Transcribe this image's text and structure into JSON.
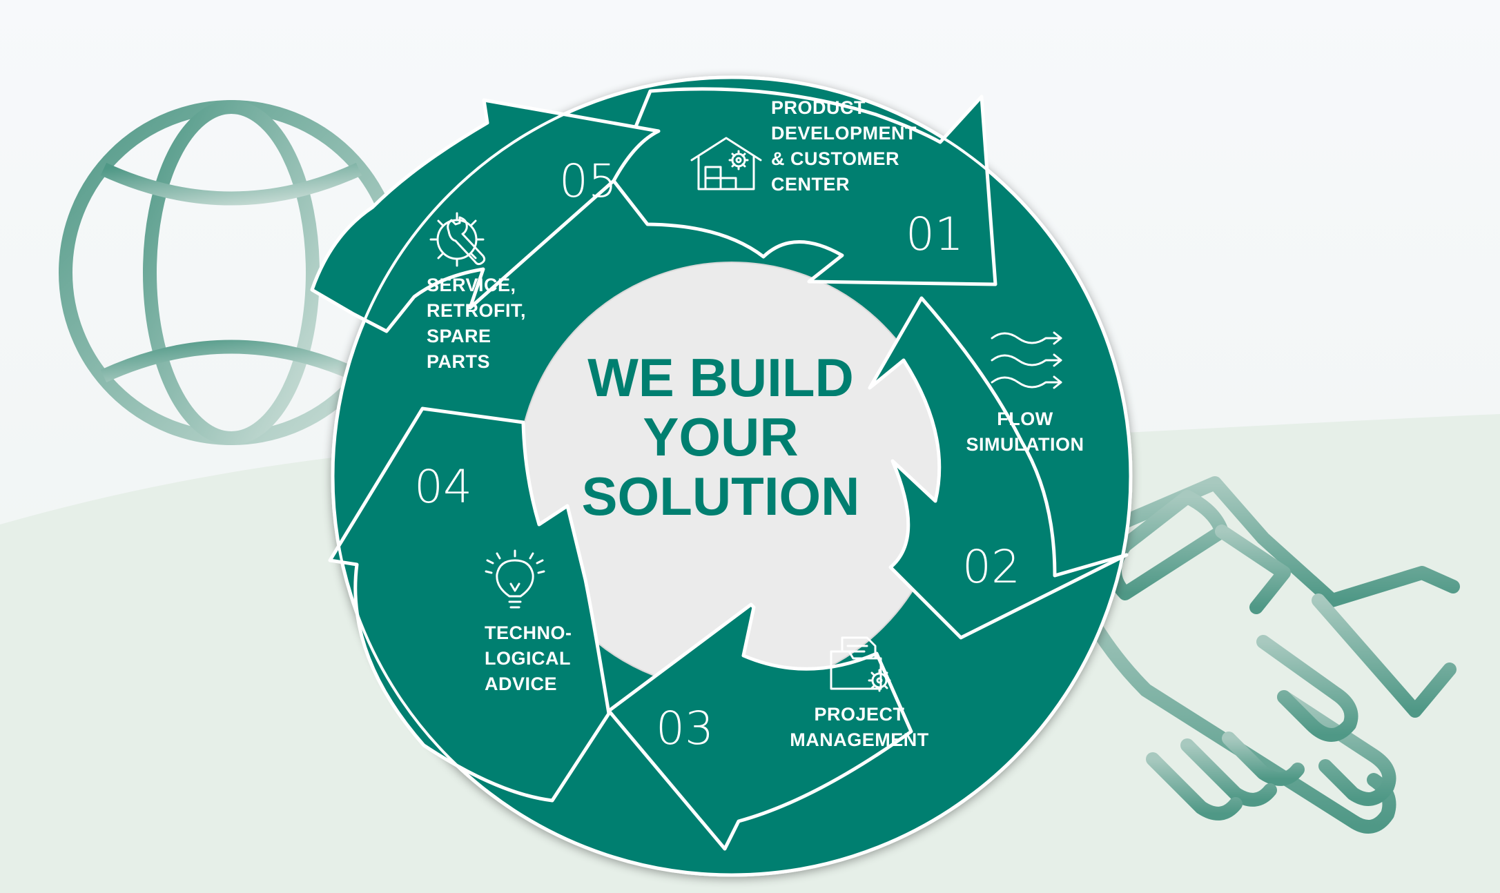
{
  "title_lines": [
    "WE BUILD",
    "YOUR",
    "SOLUTION"
  ],
  "steps": [
    {
      "number": "01",
      "label_lines": [
        "PRODUCT",
        "DEVELOPMENT",
        "& CUSTOMER",
        "CENTER"
      ],
      "icon": "warehouse-gear-icon"
    },
    {
      "number": "02",
      "label_lines": [
        "FLOW",
        "SIMULATION"
      ],
      "icon": "flow-arrows-icon"
    },
    {
      "number": "03",
      "label_lines": [
        "PROJECT",
        "MANAGEMENT"
      ],
      "icon": "folder-gear-icon"
    },
    {
      "number": "04",
      "label_lines": [
        "TECHNO-",
        "LOGICAL",
        "ADVICE"
      ],
      "icon": "lightbulb-icon"
    },
    {
      "number": "05",
      "label_lines": [
        "SERVICE,",
        "RETROFIT,",
        "SPARE",
        "PARTS"
      ],
      "icon": "gear-wrench-icon"
    }
  ],
  "background_icons": [
    "globe-icon",
    "handshake-icon"
  ],
  "colors": {
    "primary": "#007f70",
    "center_fill": "#ebebeb",
    "icon_tint": "#5e9f8f",
    "background": "#f3f6f6",
    "hill": "#e6efe8"
  }
}
